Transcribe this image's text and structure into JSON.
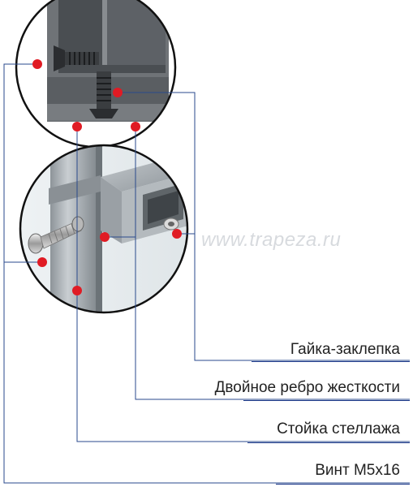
{
  "labels": {
    "nut": "Гайка-заклепка",
    "rib": "Двойное ребро жесткости",
    "post": "Стойка стеллажа",
    "screw": "Винт М5х16"
  },
  "watermark": "www.trapeza.ru",
  "colors": {
    "marker": "#e01b24",
    "leader": "#2a4a8c",
    "rule": "#1e3a8a"
  }
}
